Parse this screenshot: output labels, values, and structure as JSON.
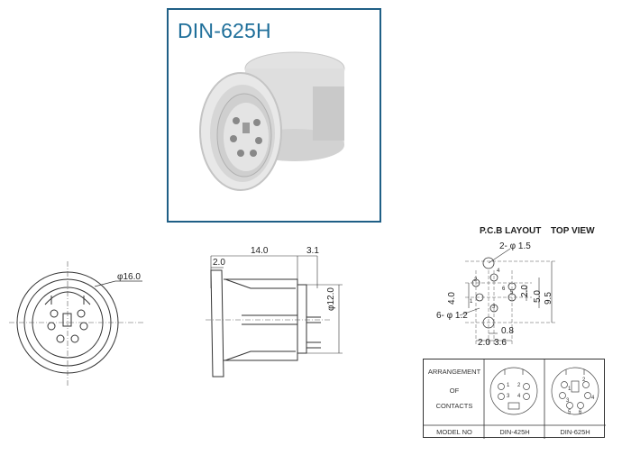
{
  "title": "DIN-625H",
  "front_view": {
    "diameter_label": "φ16.0"
  },
  "side_view": {
    "dim_top_total": "14.0",
    "dim_top_right": "3.1",
    "dim_flange": "2.0",
    "dim_height": "φ12.0"
  },
  "pcb": {
    "heading_layout": "P.C.B LAYOUT",
    "heading_view": "TOP VIEW",
    "holes_large": "2- φ 1.5",
    "holes_small": "6- φ 1.2",
    "dim_4_0": "4.0",
    "dim_2_0_v": "2.0",
    "dim_5_0": "5.0",
    "dim_9_5": "9.5",
    "dim_0_8": "0.8",
    "dim_2_0_h": "2.0",
    "dim_3_6": "3.6",
    "pin_labels": [
      "1",
      "2",
      "3",
      "4",
      "5",
      "6"
    ]
  },
  "table": {
    "row_label_1": "ARRANGEMENT",
    "row_label_2": "OF",
    "row_label_3": "CONTACTS",
    "model_label": "MODEL NO",
    "model_a": "DIN-425H",
    "model_b": "DIN-625H",
    "pins_a": [
      "1",
      "2",
      "3",
      "4"
    ],
    "pins_b": [
      "1",
      "2",
      "3",
      "4",
      "5",
      "6"
    ]
  }
}
